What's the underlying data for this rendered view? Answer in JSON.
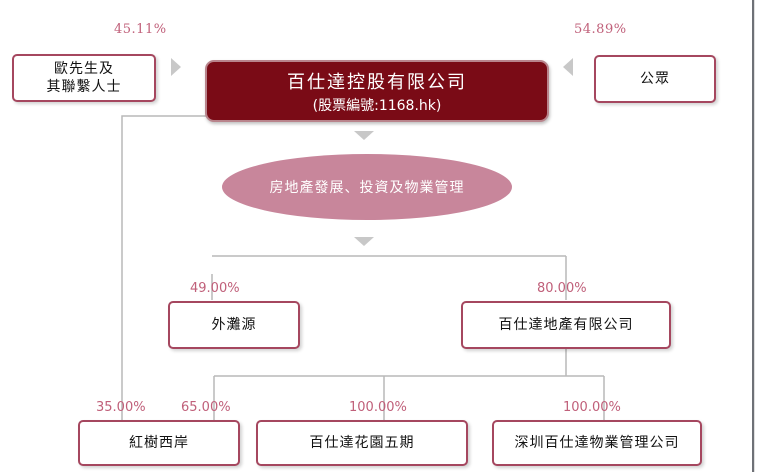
{
  "company": {
    "name": "百仕達控股有限公司",
    "code": "(股票編號:1168.hk)"
  },
  "shareholders": {
    "left_pct": "45.11%",
    "left_label": [
      "歐先生及",
      "其聯繫人士"
    ],
    "right_pct": "54.89%",
    "right_label": "公眾"
  },
  "business": {
    "label": "房地產發展、投資及物業管理"
  },
  "subsidiaries": {
    "left_pct": "49.00%",
    "left_label": "外灘源",
    "right_pct": "80.00%",
    "right_label": "百仕達地產有限公司"
  },
  "bottom": {
    "pct_direct": "35.00%",
    "pct_via": "65.00%",
    "label_1": "紅樹西岸",
    "pct_2": "100.00%",
    "label_2": "百仕達花園五期",
    "pct_3": "100.00%",
    "label_3": "深圳百仕達物業管理公司"
  },
  "colors": {
    "main_fill": "#7a0b16",
    "box_border": "#a5475f",
    "ellipse_fill": "#c8869b",
    "percent_text": "#c0607a",
    "connector": "#b9b9b9",
    "arrow": "#c8c8c8"
  }
}
